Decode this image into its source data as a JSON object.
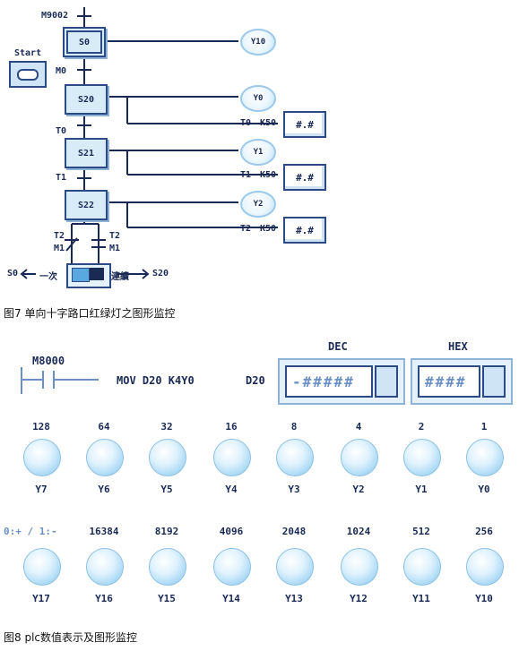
{
  "sfc": {
    "initial_condition": "M9002",
    "start_label": "Start",
    "steps": [
      {
        "name": "S0",
        "output": "Y10"
      },
      {
        "name": "S20",
        "output": "Y0",
        "timer": "T0",
        "constant": "K50",
        "display": "#.#"
      },
      {
        "name": "S21",
        "output": "Y1",
        "timer": "T1",
        "constant": "K50",
        "display": "#.#"
      },
      {
        "name": "S22",
        "output": "Y2",
        "timer": "T2",
        "constant": "K50",
        "display": "#.#"
      }
    ],
    "transitions": [
      "M0",
      "T0",
      "T1"
    ],
    "branch_left": {
      "top": "T2",
      "bottom": "M1"
    },
    "branch_right": {
      "top": "T2",
      "bottom": "M1"
    },
    "mode_left": "S0",
    "mode_once": "一次",
    "mode_continuous": "連續",
    "mode_right": "S20"
  },
  "caption1": "图7 单向十字路口红绿灯之图形监控",
  "ladder": {
    "contact": "M8000",
    "instruction": "MOV D20 K4Y0",
    "register": "D20",
    "dec_label": "DEC",
    "hex_label": "HEX",
    "dec_value": "-#####",
    "hex_value": "####"
  },
  "row1": {
    "weights": [
      "128",
      "64",
      "32",
      "16",
      "8",
      "4",
      "2",
      "1"
    ],
    "outputs": [
      "Y7",
      "Y6",
      "Y5",
      "Y4",
      "Y3",
      "Y2",
      "Y1",
      "Y0"
    ]
  },
  "row2": {
    "sign_note": "0:+ / 1:-",
    "weights": [
      "16384",
      "8192",
      "4096",
      "2048",
      "1024",
      "512",
      "256"
    ],
    "outputs": [
      "Y17",
      "Y16",
      "Y15",
      "Y14",
      "Y13",
      "Y12",
      "Y11",
      "Y10"
    ]
  },
  "caption2": "图8  plc数值表示及图形监控"
}
